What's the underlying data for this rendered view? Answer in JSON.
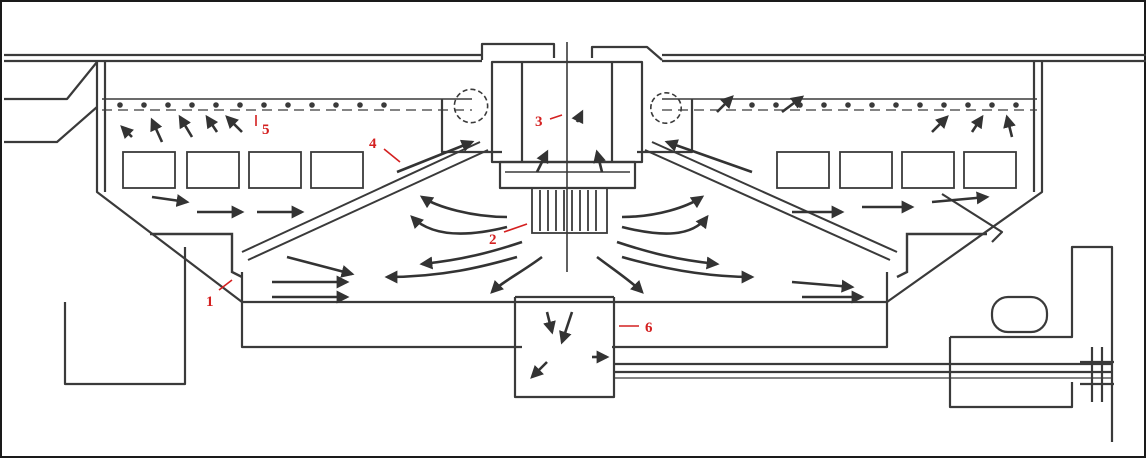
{
  "figure": {
    "callouts": [
      {
        "id": "1",
        "label": "1"
      },
      {
        "id": "2",
        "label": "2"
      },
      {
        "id": "3",
        "label": "3"
      },
      {
        "id": "4",
        "label": "4"
      },
      {
        "id": "5",
        "label": "5"
      },
      {
        "id": "6",
        "label": "6"
      }
    ]
  },
  "colors": {
    "line": "#3a3a3a",
    "callout": "#d42020",
    "background": "#ffffff"
  }
}
